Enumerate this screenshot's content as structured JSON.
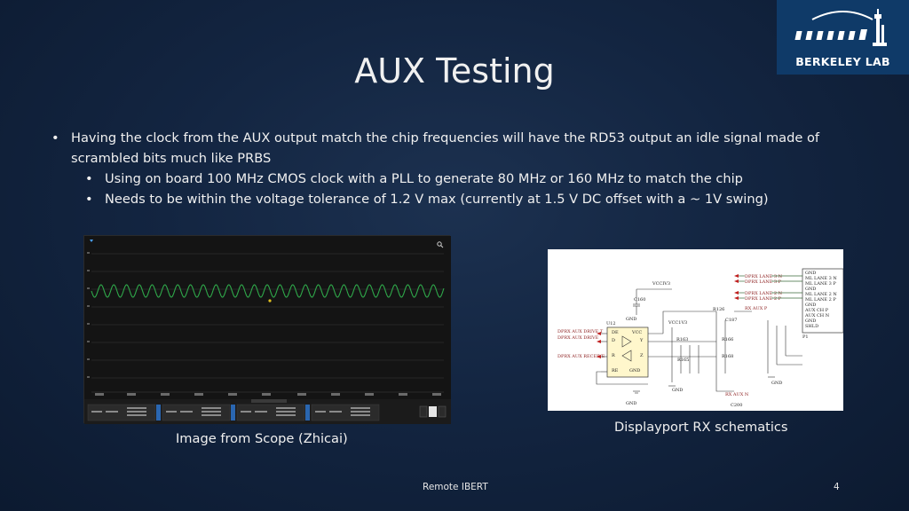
{
  "logo": {
    "text": "BERKELEY LAB"
  },
  "title": "AUX Testing",
  "bullets": [
    {
      "text": "Having the clock from the AUX output match the chip frequencies will have the RD53 output an idle signal made of scrambled bits much like PRBS",
      "subs": [
        "Using on board 100 MHz CMOS clock with a PLL to generate 80 MHz or 160 MHz to match the chip",
        "Needs to be within the voltage tolerance of 1.2 V max (currently at 1.5 V DC offset with a ~ 1V swing)"
      ]
    }
  ],
  "figures": {
    "scope_caption": "Image from Scope (Zhicai)",
    "schematic_caption": "Displayport RX schematics"
  },
  "schematic": {
    "labels": [
      "DPRX LANE 3 N",
      "DPRX LANE 3 P",
      "DPRX LANE 2 N",
      "DPRX LANE 2 P",
      "RX AUX P",
      "RX AUX N",
      "DPRX AUX DRIVE T",
      "DPRX AUX DRIVE",
      "DPRX AUX RECEIVE",
      "VCCIV3",
      "VCC1V3",
      "GND",
      "ML LANE 3 N",
      "ML LANE 3 P",
      "ML LANE 2 N",
      "ML LANE 2 P",
      "AUX CH P",
      "AUX CH N",
      "SHLD",
      "U12",
      "VCC",
      "C160",
      "C187",
      "C200",
      "R126",
      "R163",
      "R165",
      "R166",
      "R168",
      "P1"
    ]
  },
  "footer": {
    "center": "Remote IBERT",
    "page": "4"
  },
  "colors": {
    "background": "#132541",
    "logo_bg": "#0f3a68",
    "trace": "#2fa84a",
    "text": "#f0f0f0"
  }
}
